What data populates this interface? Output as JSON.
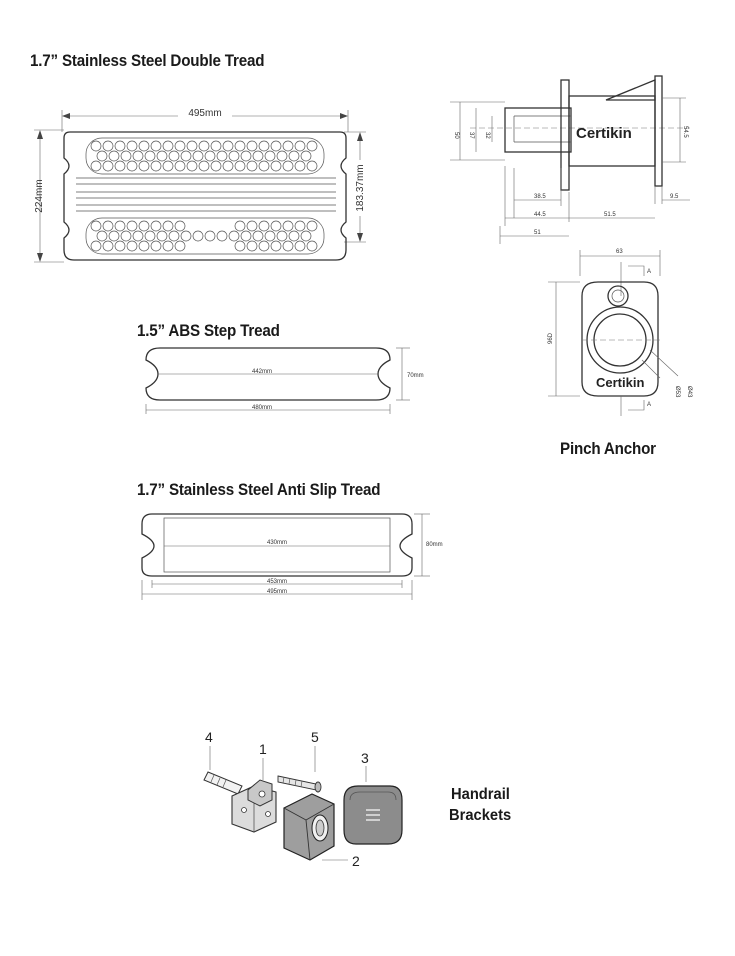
{
  "titles": {
    "double_tread": "1.7” Stainless Steel Double Tread",
    "abs_tread": "1.5” ABS Step Tread",
    "anti_slip": "1.7” Stainless Steel Anti Slip Tread",
    "pinch_anchor": "Pinch Anchor",
    "handrail_line1": "Handrail",
    "handrail_line2": "Brackets"
  },
  "double_tread": {
    "width": "495mm",
    "height": "224mm",
    "inner_height": "183.37mm"
  },
  "abs_tread": {
    "inner_width": "442mm",
    "width": "480mm",
    "height": "70mm"
  },
  "anti_slip": {
    "inner_width": "430mm",
    "mid_width": "453mm",
    "width": "495mm",
    "height": "80mm"
  },
  "anchor_side": {
    "brand": "Certikin",
    "d1": "50",
    "d2": "37",
    "d3": "32",
    "d4": "54.5",
    "d5": "38.5",
    "d6": "9.5",
    "d7": "44.5",
    "d8": "51.5",
    "d9": "51"
  },
  "anchor_front": {
    "brand": "Certikin",
    "top": "63",
    "left": "96D",
    "section": "A",
    "d_outer": "Ø53",
    "d_inner": "Ø43"
  },
  "brackets": {
    "callouts": [
      "1",
      "2",
      "3",
      "4",
      "5"
    ]
  }
}
